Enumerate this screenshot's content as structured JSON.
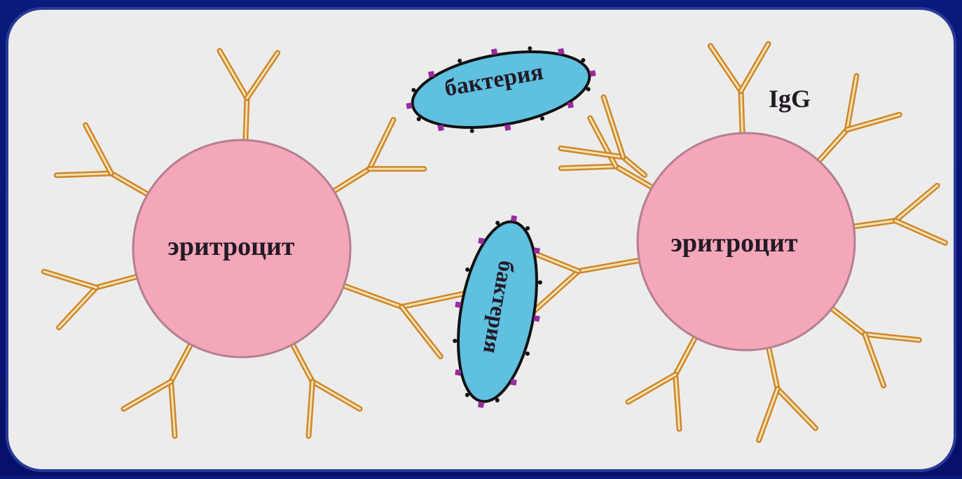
{
  "labels": {
    "erythrocyte_left": "эритроцит",
    "erythrocyte_right": "эритроцит",
    "bacterium_top": "бактерия",
    "bacterium_bottom": "бактерия",
    "antibody": "IgG"
  },
  "colors": {
    "background": "#0a1a7a",
    "panel": "#ececec",
    "panel_border": "#2a3a98",
    "erythrocyte_fill": "#f3a7b9",
    "erythrocyte_stroke": "#b57f90",
    "bacterium_fill": "#5fc0e0",
    "bacterium_stroke": "#111111",
    "bacterium_dots": "#9a2aa0",
    "antibody_outer": "#d0862a",
    "antibody_inner": "#f2e2b0"
  }
}
